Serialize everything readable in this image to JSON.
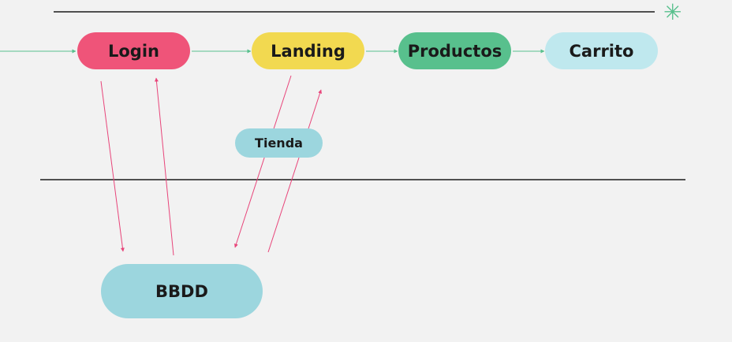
{
  "colors": {
    "background": "#f2f2f2",
    "divider": "#1a1a1a",
    "flow_arrow": "#58c08d",
    "db_arrow": "#e8457a",
    "login": "#ef5479",
    "landing": "#f2d950",
    "productos": "#58c08d",
    "carrito": "#bfe8ee",
    "tienda": "#9cd6de",
    "bbdd": "#9cd6de"
  },
  "icons": {
    "corner": "asterisk-icon"
  },
  "nodes": {
    "login": "Login",
    "landing": "Landing",
    "productos": "Productos",
    "carrito": "Carrito",
    "tienda": "Tienda",
    "bbdd": "BBDD"
  }
}
